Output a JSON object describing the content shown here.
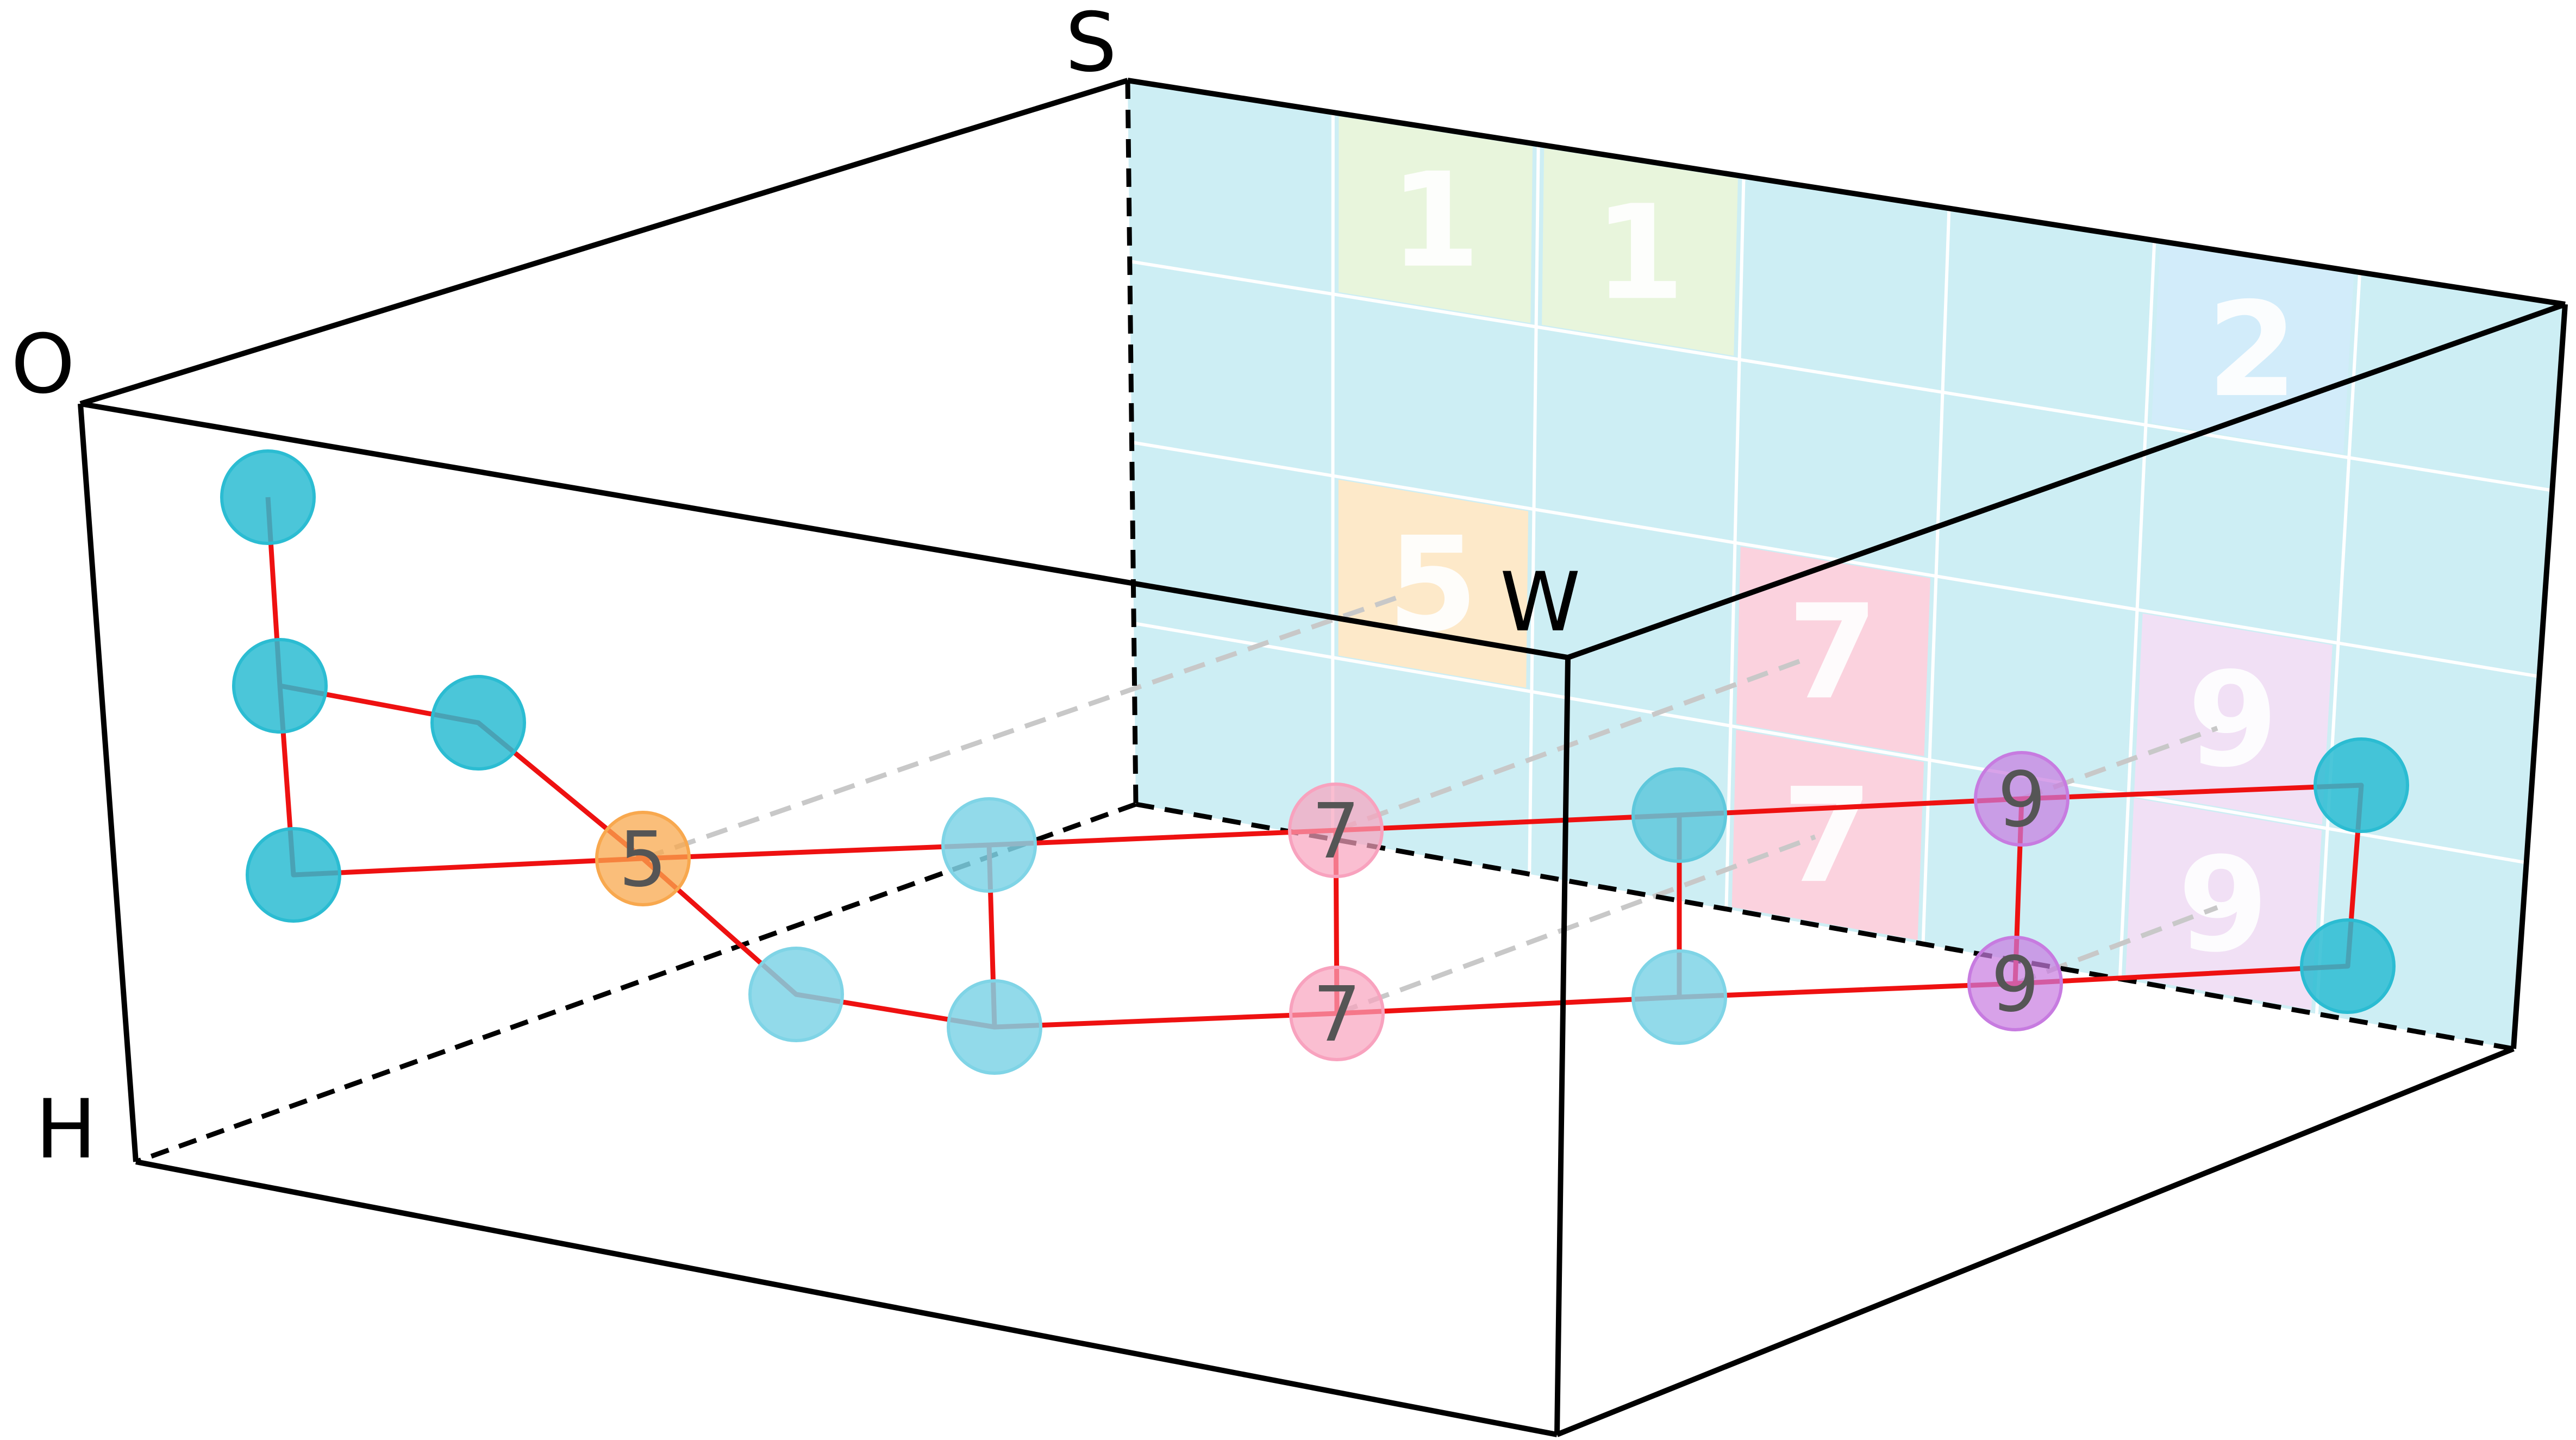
{
  "corner_labels": {
    "o": "O",
    "s": "S",
    "w": "W",
    "h": "H"
  },
  "grid": {
    "cols": 7,
    "rows": 4,
    "base_color": "#cdeef4",
    "line_color": "#ffffff",
    "highlighted_cells": [
      {
        "col": 1,
        "row": 0,
        "color": "#e8f5dc",
        "label": "1"
      },
      {
        "col": 2,
        "row": 0,
        "color": "#e8f5dc",
        "label": "1"
      },
      {
        "col": 5,
        "row": 0,
        "color": "#d2ecfa",
        "label": "2"
      },
      {
        "col": 1,
        "row": 2,
        "color": "#fde9c9",
        "label": "5"
      },
      {
        "col": 3,
        "row": 2,
        "color": "#fbd2de",
        "label": "7"
      },
      {
        "col": 3,
        "row": 3,
        "color": "#fbd2de",
        "label": "7"
      },
      {
        "col": 5,
        "row": 2,
        "color": "#f1e0f5",
        "label": "9"
      },
      {
        "col": 5,
        "row": 3,
        "color": "#f1e0f5",
        "label": "9"
      }
    ]
  },
  "nodes": [
    {
      "label": "",
      "color": "#2bbcd2",
      "opacity": 0.85
    },
    {
      "label": "",
      "color": "#2bbcd2",
      "opacity": 0.85
    },
    {
      "label": "",
      "color": "#2bbcd2",
      "opacity": 0.85
    },
    {
      "label": "",
      "color": "#2bbcd2",
      "opacity": 0.85
    },
    {
      "label": "5",
      "color": "#f8a84e",
      "opacity": 0.75
    },
    {
      "label": "",
      "color": "#7fd4e6",
      "opacity": 0.85
    },
    {
      "label": "",
      "color": "#7fd4e6",
      "opacity": 0.85
    },
    {
      "label": "",
      "color": "#7fd4e6",
      "opacity": 0.85
    },
    {
      "label": "7",
      "color": "#f8a2be",
      "opacity": 0.7
    },
    {
      "label": "7",
      "color": "#f8a2be",
      "opacity": 0.7
    },
    {
      "label": "",
      "color": "#5fc8dc",
      "opacity": 0.85
    },
    {
      "label": "",
      "color": "#7fd4e6",
      "opacity": 0.85
    },
    {
      "label": "9",
      "color": "#c77be0",
      "opacity": 0.7
    },
    {
      "label": "9",
      "color": "#c77be0",
      "opacity": 0.7
    },
    {
      "label": "",
      "color": "#2bbcd2",
      "opacity": 0.85
    },
    {
      "label": "",
      "color": "#2bbcd2",
      "opacity": 0.85
    }
  ],
  "colors": {
    "box_edge": "#000000",
    "path": "#ee1111",
    "projection": "#c8c8c8"
  }
}
